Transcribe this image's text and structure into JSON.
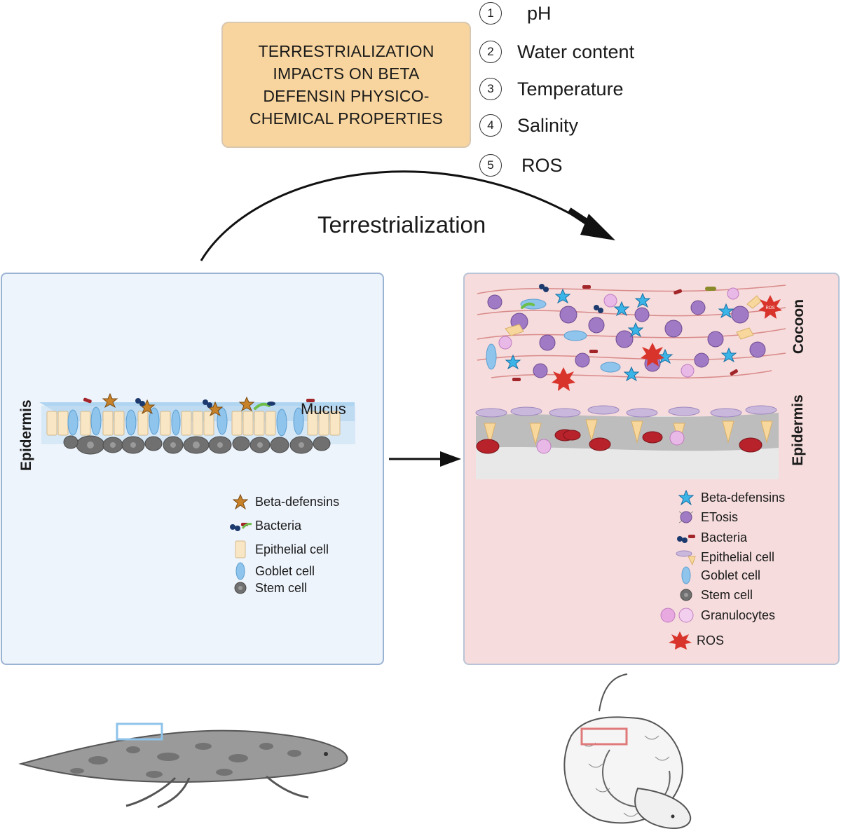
{
  "title_box": {
    "lines": [
      "TERRESTRIALIZATION",
      "IMPACTS ON BETA",
      "DEFENSIN PHYSICO-",
      "CHEMICAL PROPERTIES"
    ]
  },
  "factors": [
    {
      "num": "1",
      "label": "pH"
    },
    {
      "num": "2",
      "label": "Water content"
    },
    {
      "num": "3",
      "label": "Temperature"
    },
    {
      "num": "4",
      "label": "Salinity"
    },
    {
      "num": "5",
      "label": "ROS"
    }
  ],
  "arrow_label": "Terrestrialization",
  "left_panel": {
    "side_label": "Epidermis",
    "mucus_label": "Mucus",
    "legend": [
      {
        "icon": "beta-defensin-star-icon",
        "label": "Beta-defensins"
      },
      {
        "icon": "bacteria-icon",
        "label": "Bacteria"
      },
      {
        "icon": "epithelial-cell-icon",
        "label": "Epithelial cell"
      },
      {
        "icon": "goblet-cell-icon",
        "label": "Goblet cell"
      },
      {
        "icon": "stem-cell-icon",
        "label": "Stem cell"
      }
    ]
  },
  "right_panel": {
    "cocoon_label": "Cocoon",
    "epidermis_label": "Epidermis",
    "ros_tag": "ROS",
    "legend": [
      {
        "icon": "beta-defensin-star-icon",
        "label": "Beta-defensins"
      },
      {
        "icon": "etosis-icon",
        "label": "ETosis"
      },
      {
        "icon": "bacteria-icon",
        "label": "Bacteria"
      },
      {
        "icon": "epithelial-cell-icon",
        "label": "Epithelial cell"
      },
      {
        "icon": "goblet-cell-icon",
        "label": "Goblet cell"
      },
      {
        "icon": "stem-cell-icon",
        "label": "Stem cell"
      },
      {
        "icon": "granulocyte-icon",
        "label": "Granulocytes"
      },
      {
        "icon": "ros-burst-icon",
        "label": "ROS"
      }
    ]
  },
  "colors": {
    "title_box": "#f8d59e",
    "left_panel": "#eef4fc",
    "right_panel": "#f6dcdc",
    "mucus": "#a9d2f0",
    "beta_defensin_left": "#c8822a",
    "beta_defensin_right": "#3bb4e8",
    "ros": "#d9342b",
    "granulocyte": "#9b6fbf",
    "stem_cell": "#6b6b6b",
    "epithelial_cell": "#f8e6c4",
    "highlight_fish": "#8ec3ea",
    "highlight_cocoon": "#e07a7a"
  }
}
